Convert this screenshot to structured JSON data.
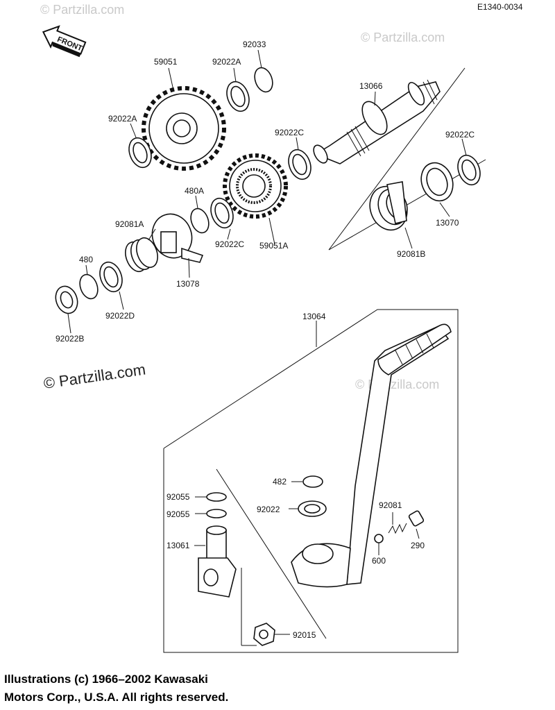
{
  "diagram_id": "E1340-0034",
  "front_label": "FRONT",
  "watermarks": {
    "main": "© Partzilla.com",
    "faint": "© Partzilla.com"
  },
  "labels": {
    "p59051": "59051",
    "p92022A_top": "92022A",
    "p92033": "92033",
    "p13066": "13066",
    "p92022A_left": "92022A",
    "p92022C_mid": "92022C",
    "p92022C_right": "92022C",
    "p480A": "480A",
    "p92081A": "92081A",
    "p480": "480",
    "p92022C_low": "92022C",
    "p59051A": "59051A",
    "p13070": "13070",
    "p92081B": "92081B",
    "p13078": "13078",
    "p92022D": "92022D",
    "p92022B": "92022B",
    "p13064": "13064",
    "p482": "482",
    "p92055_a": "92055",
    "p92055_b": "92055",
    "p92022": "92022",
    "p92081": "92081",
    "p13061": "13061",
    "p290": "290",
    "p600": "600",
    "p92015": "92015"
  },
  "copyright": {
    "line1": "Illustrations (c) 1966–2002 Kawasaki",
    "line2": "Motors Corp., U.S.A.  All rights reserved."
  }
}
